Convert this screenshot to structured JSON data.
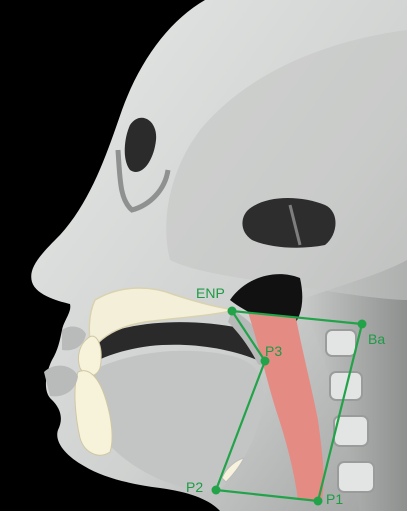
{
  "diagram": {
    "points": {
      "enp": {
        "label": "ENP"
      },
      "ba": {
        "label": "Ba"
      },
      "p3": {
        "label": "P3"
      },
      "p2": {
        "label": "P2"
      },
      "p1": {
        "label": "P1"
      }
    }
  },
  "colors": {
    "background": "#000000",
    "skin": "#d5d7d6",
    "skin_shadow": "#a8aaa9",
    "tissue": "#bfc1c0",
    "bone": "#f3efd9",
    "airway_fill": "#e48b84",
    "cavity": "#2a2a2a",
    "measurement_line": "#22a34a",
    "label_text": "#1f9a45"
  }
}
